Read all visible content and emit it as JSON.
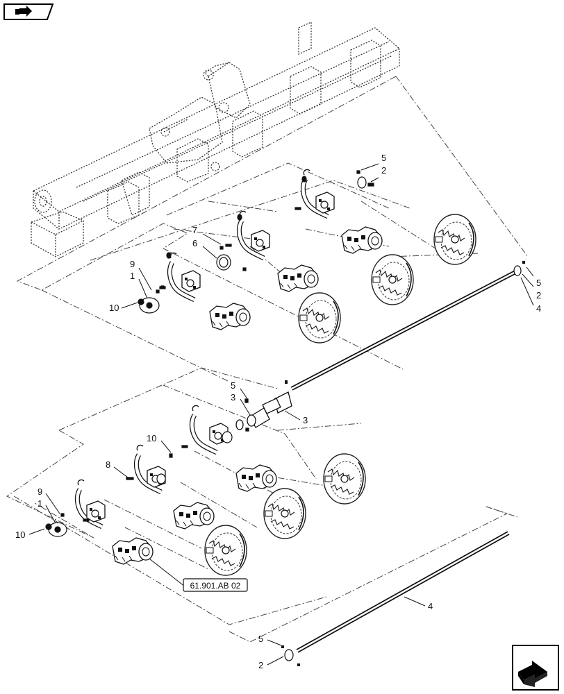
{
  "diagram": {
    "reference_box_label": "61.901.AB 02",
    "nav_icons": {
      "top_left": "return-arrow-icon",
      "bottom_right": "next-page-arrow-icon"
    },
    "callouts": {
      "upper_right_5": "5",
      "upper_right_2": "2",
      "plate_7": "7",
      "plate_6": "6",
      "upper_left_9": "9",
      "upper_left_1": "1",
      "upper_left_10": "10",
      "shaft_end_5": "5",
      "shaft_end_2": "2",
      "shaft_end_4": "4",
      "coupler_5": "5",
      "coupler_3_left": "3",
      "coupler_3_right": "3",
      "lower_10": "10",
      "lower_8": "8",
      "lower_9": "9",
      "lower_1": "1",
      "lower_left_10": "10",
      "lower_shaft_4": "4",
      "bottom_5": "5",
      "bottom_2": "2"
    }
  }
}
